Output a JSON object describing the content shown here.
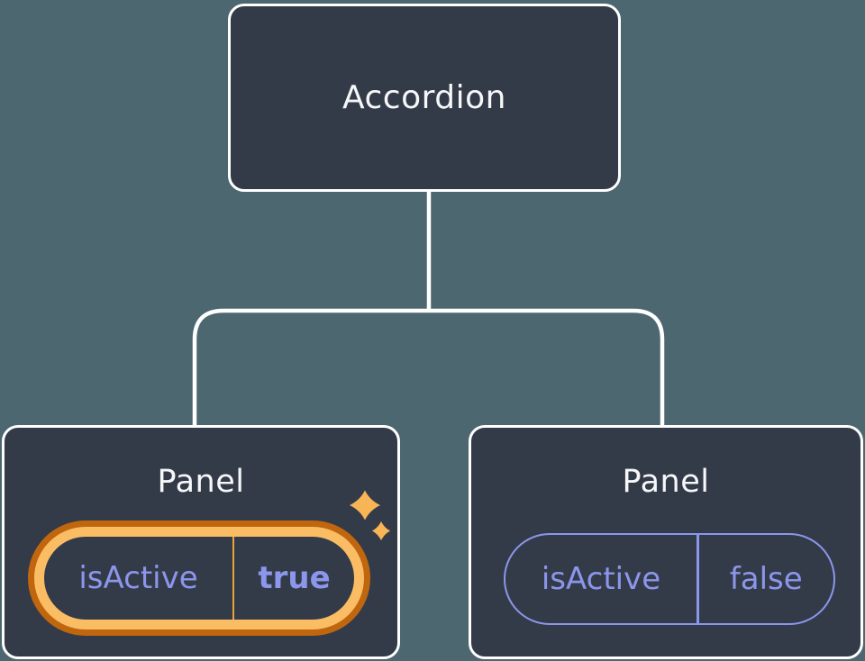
{
  "diagram": {
    "root": {
      "label": "Accordion"
    },
    "children": [
      {
        "title": "Panel",
        "state": {
          "key": "isActive",
          "value": "true"
        },
        "highlighted": true,
        "badge": "sparkles"
      },
      {
        "title": "Panel",
        "state": {
          "key": "isActive",
          "value": "false"
        },
        "highlighted": false
      }
    ]
  },
  "colors": {
    "background": "#4C6770",
    "node_fill": "#343B48",
    "node_border": "#FFFFFF",
    "connector": "#FFFFFF",
    "text_light": "#F6F7F9",
    "purple": "#8B96EC",
    "orange_dark": "#C0660F",
    "orange_light": "#FBBD64",
    "divider_gold": "#E8A33D",
    "sparkle": "#F7B556"
  }
}
